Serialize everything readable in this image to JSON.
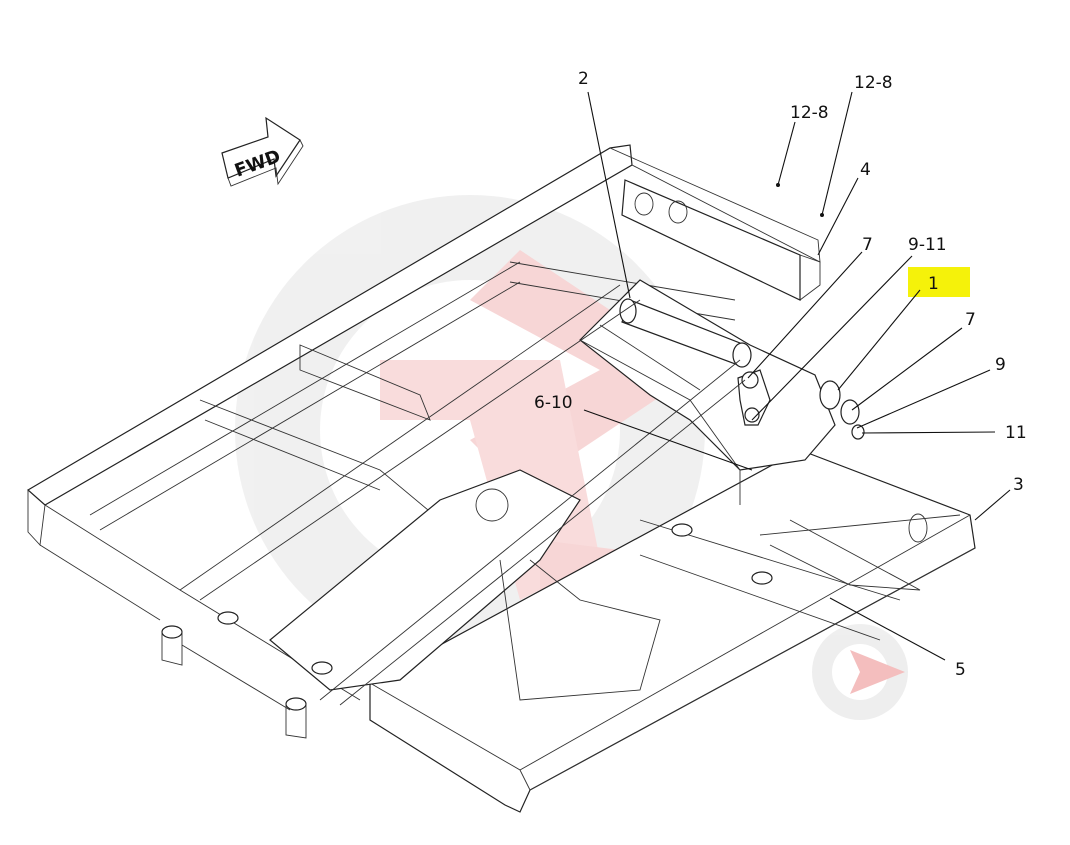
{
  "direction_arrow": {
    "label": "FWD"
  },
  "callouts": [
    {
      "id": "c-2",
      "text": "2"
    },
    {
      "id": "c-12-8-a",
      "text": "12-8"
    },
    {
      "id": "c-12-8-b",
      "text": "12-8"
    },
    {
      "id": "c-4",
      "text": "4"
    },
    {
      "id": "c-7-a",
      "text": "7"
    },
    {
      "id": "c-9-11",
      "text": "9-11"
    },
    {
      "id": "c-1",
      "text": "1",
      "highlighted": true
    },
    {
      "id": "c-7-b",
      "text": "7"
    },
    {
      "id": "c-9",
      "text": "9"
    },
    {
      "id": "c-11",
      "text": "11"
    },
    {
      "id": "c-6-10",
      "text": "6-10"
    },
    {
      "id": "c-3",
      "text": "3"
    },
    {
      "id": "c-5",
      "text": "5"
    }
  ],
  "colors": {
    "highlight": "#f5f20a",
    "watermark_red": "#f3c9c9",
    "watermark_gray": "#ececec"
  }
}
